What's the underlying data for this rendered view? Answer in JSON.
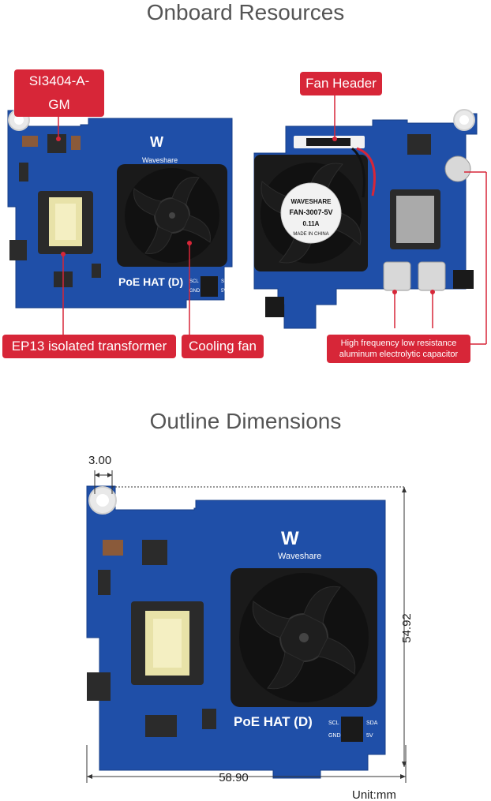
{
  "sections": {
    "resources_title": "Onboard Resources",
    "dimensions_title": "Outline Dimensions"
  },
  "callouts": {
    "mosfet": "SI3404-A-GM",
    "fan_header": "Fan Header",
    "transformer": "EP13 isolated transformer",
    "cooling_fan": "Cooling fan",
    "capacitor_line1": "High frequency low resistance",
    "capacitor_line2": "aluminum electrolytic capacitor"
  },
  "board": {
    "brand": "Waveshare",
    "model": "PoE HAT (D)",
    "pins": {
      "scl": "SCL",
      "sda": "SDA",
      "gnd": "GND",
      "v5": "5V"
    }
  },
  "fan_label": {
    "brand": "WAVESHARE",
    "model": "FAN-3007-5V",
    "current": "0.11A",
    "origin": "MADE IN CHINA"
  },
  "dimensions": {
    "hole_offset": "3.00",
    "height": "54.92",
    "width": "58.90",
    "unit": "Unit:mm"
  },
  "colors": {
    "pcb": "#1f4fa8",
    "callout": "#d72638",
    "fan": "#1a1a1a"
  }
}
